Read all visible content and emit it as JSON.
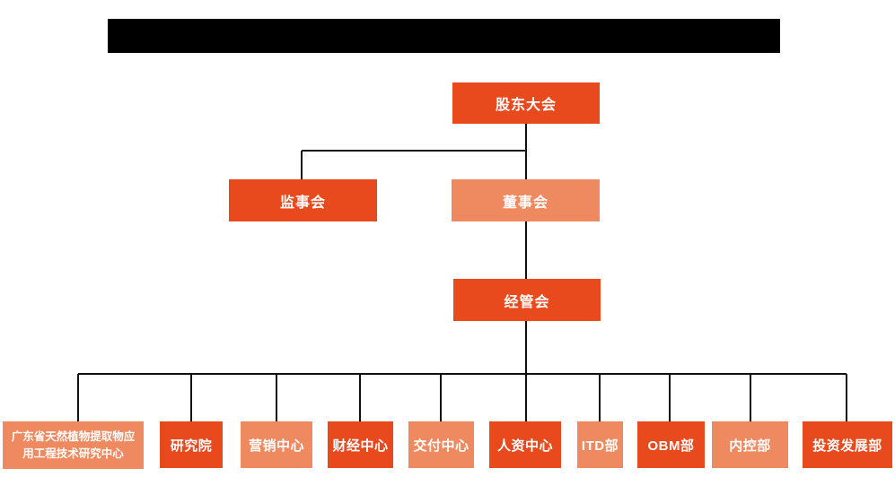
{
  "colors": {
    "dark": "#E8491D",
    "light": "#EF8A60",
    "line": "#111111",
    "redaction": "#000000",
    "text": "#FFFFFF",
    "background": "#FFFFFF"
  },
  "org_chart": {
    "level1": {
      "shareholders_meeting": {
        "label": "股东大会",
        "variant": "dark"
      }
    },
    "level2": {
      "supervisory_board": {
        "label": "监事会",
        "variant": "dark"
      },
      "board_of_directors": {
        "label": "董事会",
        "variant": "light"
      }
    },
    "level3": {
      "management_committee": {
        "label": "经管会",
        "variant": "dark"
      }
    },
    "level4": {
      "departments": [
        {
          "label": "广东省天然植物提取物应用工程技术研究中心",
          "variant": "light"
        },
        {
          "label": "研究院",
          "variant": "dark"
        },
        {
          "label": "营销中心",
          "variant": "light"
        },
        {
          "label": "财经中心",
          "variant": "dark"
        },
        {
          "label": "交付中心",
          "variant": "light"
        },
        {
          "label": "人资中心",
          "variant": "dark"
        },
        {
          "label": "ITD部",
          "variant": "light"
        },
        {
          "label": "OBM部",
          "variant": "dark"
        },
        {
          "label": "内控部",
          "variant": "light"
        },
        {
          "label": "投资发展部",
          "variant": "dark"
        }
      ]
    }
  }
}
